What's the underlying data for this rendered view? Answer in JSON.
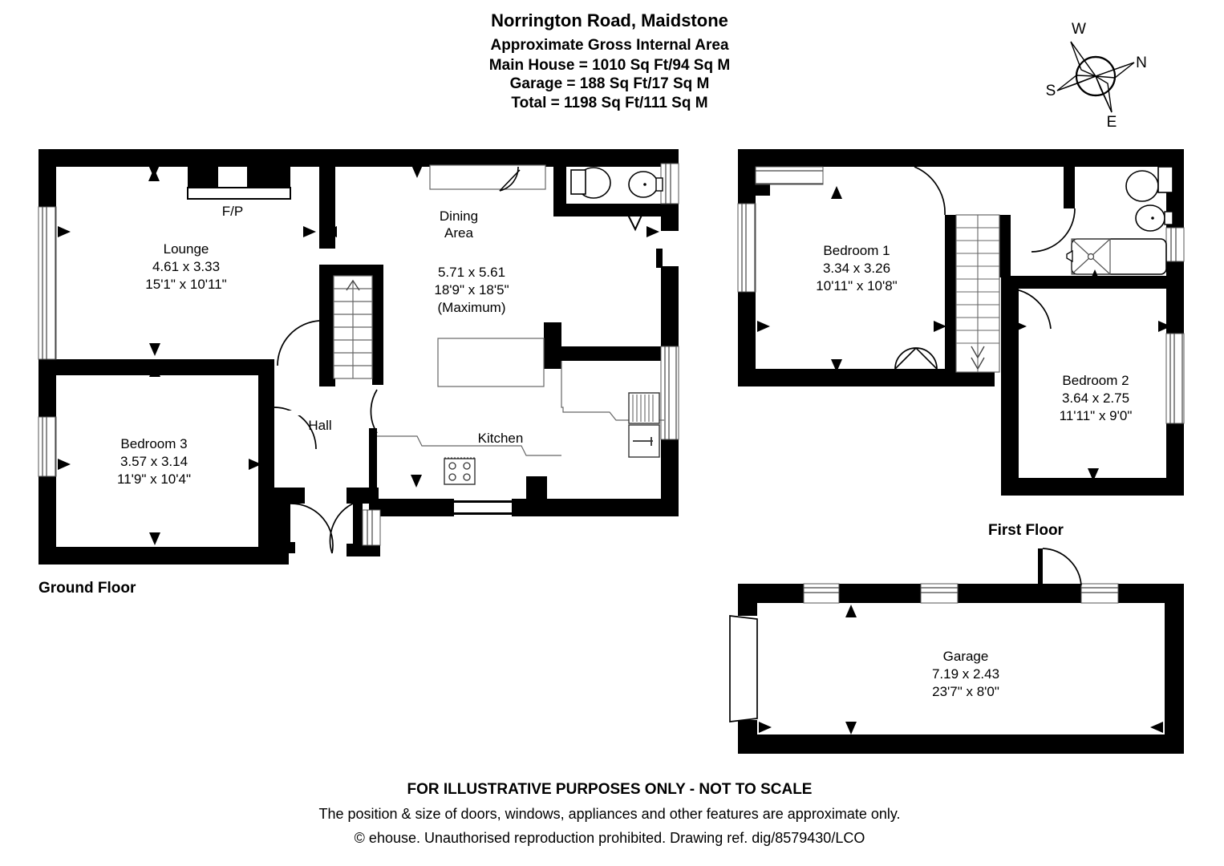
{
  "header": {
    "title": "Norrington Road, Maidstone",
    "subtitle": "Approximate Gross Internal Area",
    "main_house_area": "Main House = 1010 Sq Ft/94 Sq M",
    "garage_area": "Garage = 188 Sq Ft/17 Sq M",
    "total_area": "Total = 1198 Sq Ft/111 Sq M"
  },
  "compass": {
    "north_label": "N",
    "south_label": "S",
    "east_label": "E",
    "west_label": "W"
  },
  "floors": [
    {
      "id": "ground-floor",
      "label": "Ground Floor",
      "rooms": [
        {
          "id": "lounge",
          "name": "Lounge",
          "metric": "4.61 x 3.33",
          "imperial": "15'1\" x 10'11\"",
          "note": ""
        },
        {
          "id": "dining-area",
          "name": "Dining Area",
          "metric": "5.71 x 5.61",
          "imperial": "18'9\" x 18'5\"",
          "note": "(Maximum)"
        },
        {
          "id": "bedroom-3",
          "name": "Bedroom 3",
          "metric": "3.57 x 3.14",
          "imperial": "11'9\" x 10'4\"",
          "note": ""
        },
        {
          "id": "hall",
          "name": "Hall",
          "metric": "",
          "imperial": "",
          "note": ""
        },
        {
          "id": "kitchen",
          "name": "Kitchen",
          "metric": "",
          "imperial": "",
          "note": ""
        }
      ],
      "features": [
        {
          "id": "fireplace",
          "label": "F/P"
        }
      ]
    },
    {
      "id": "first-floor",
      "label": "First Floor",
      "rooms": [
        {
          "id": "bedroom-1",
          "name": "Bedroom 1",
          "metric": "3.34 x 3.26",
          "imperial": "10'11\" x 10'8\"",
          "note": ""
        },
        {
          "id": "bedroom-2",
          "name": "Bedroom 2",
          "metric": "3.64 x 2.75",
          "imperial": "11'11\" x 9'0\"",
          "note": ""
        }
      ],
      "features": []
    },
    {
      "id": "garage-floor",
      "label": "",
      "rooms": [
        {
          "id": "garage",
          "name": "Garage",
          "metric": "7.19 x 2.43",
          "imperial": "23'7\" x 8'0\"",
          "note": ""
        }
      ],
      "features": []
    }
  ],
  "footer": {
    "line1": "FOR ILLUSTRATIVE PURPOSES ONLY - NOT TO SCALE",
    "line2": "The position & size of doors, windows, appliances and other features are approximate only.",
    "line3": "© ehouse. Unauthorised reproduction prohibited. Drawing ref. dig/8579430/LCO"
  },
  "colors": {
    "wall": "#000000",
    "background": "#ffffff",
    "fixture_line": "#3a3a3a"
  }
}
